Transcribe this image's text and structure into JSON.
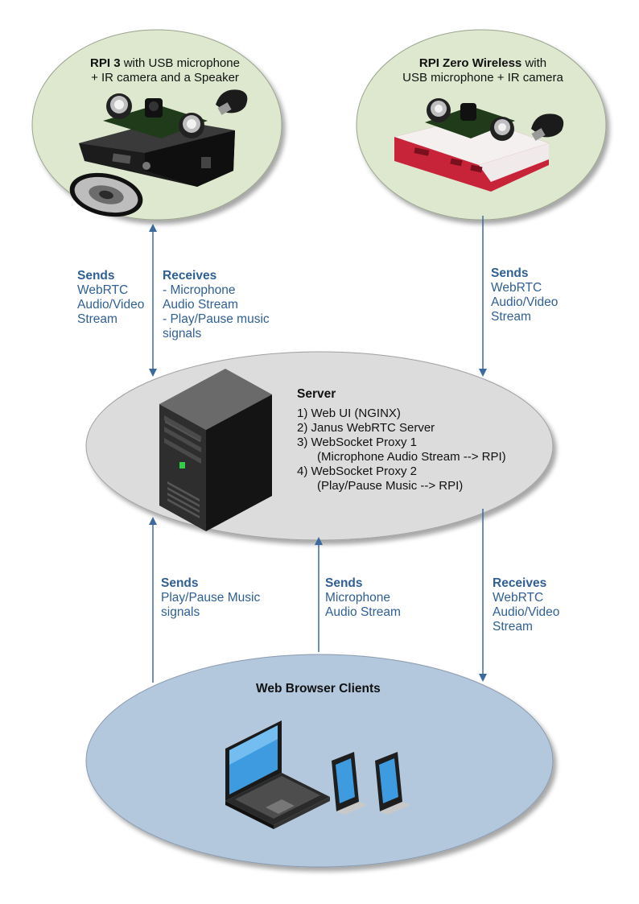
{
  "rpi3": {
    "title_bold": "RPI 3",
    "title_rest": " with USB microphone",
    "line2": "+ IR camera and a Speaker"
  },
  "rpi_zero": {
    "title_bold": "RPI Zero Wireless",
    "title_rest": " with",
    "line2": "USB microphone + IR camera"
  },
  "server": {
    "title": "Server",
    "items": [
      "1)  Web UI (NGINX)",
      "2)  Janus WebRTC Server",
      "3)  WebSocket Proxy 1",
      "      (Microphone Audio Stream --> RPI)",
      "4)  WebSocket Proxy 2",
      "      (Play/Pause Music --> RPI)"
    ]
  },
  "clients": {
    "title": "Web Browser Clients"
  },
  "labels": {
    "rpi3_sends": {
      "head": "Sends",
      "lines": [
        "WebRTC",
        "Audio/Video",
        "Stream"
      ]
    },
    "rpi3_receives": {
      "head": "Receives",
      "lines": [
        "- Microphone",
        "Audio Stream",
        "- Play/Pause music",
        "signals"
      ]
    },
    "zero_sends": {
      "head": "Sends",
      "lines": [
        "WebRTC",
        "Audio/Video",
        "Stream"
      ]
    },
    "client_sends_music": {
      "head": "Sends",
      "lines": [
        "Play/Pause Music",
        "signals"
      ]
    },
    "client_sends_mic": {
      "head": "Sends",
      "lines": [
        "Microphone",
        "Audio Stream"
      ]
    },
    "client_receives": {
      "head": "Receives",
      "lines": [
        "WebRTC",
        "Audio/Video",
        "Stream"
      ]
    }
  },
  "colors": {
    "rpi_ellipse": "#dde8cf",
    "server_ellipse": "#dcdcdc",
    "client_ellipse": "#b3c7dd",
    "arrow": "#3b6aa0",
    "label_text": "#2e5f95"
  }
}
